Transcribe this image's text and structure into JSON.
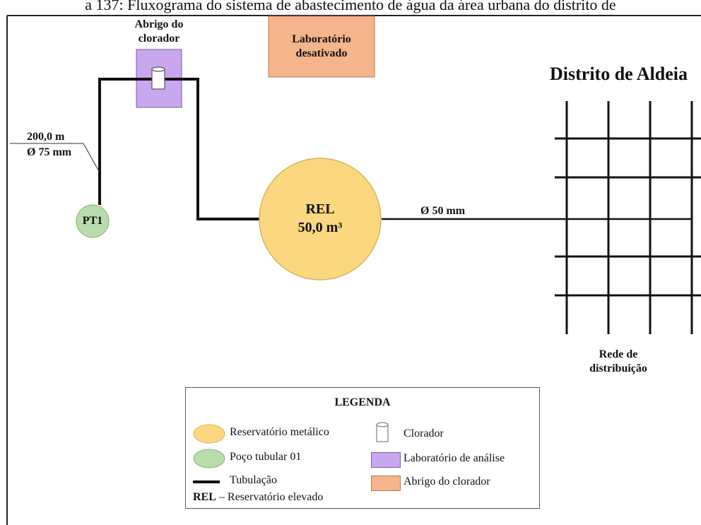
{
  "caption": "a 137: Fluxograma do sistema de abastecimento de água da área urbana do distrito de",
  "labels": {
    "abrigo_line1": "Abrigo do",
    "abrigo_line2": "clorador",
    "lab_line1": "Laboratório",
    "lab_line2": "desativado",
    "distrito": "Distrito de Aldeia",
    "pipe_length": "200,0 m",
    "pipe_diameter_1": "Ø 75 mm",
    "pipe_diameter_2": "Ø 50 mm",
    "well": "PT1",
    "reservoir_line1": "REL",
    "reservoir_line2": "50,0 m³",
    "rede_line1": "Rede de",
    "rede_line2": "distribuição"
  },
  "legend": {
    "title": "LEGENDA",
    "items": [
      "Reservatório metálico",
      "Poço tubular 01",
      "Tubulação",
      "Clorador",
      "Laboratório de análise",
      "Abrigo do clorador"
    ],
    "rel_abbr": "REL",
    "rel_desc": "– Reservatório elevado"
  },
  "colors": {
    "reservoir": "#fbd87f",
    "well": "#b8dcaa",
    "lab_purple": "#c9a7ee",
    "abrigo_orange": "#f4b48c",
    "pipe": "#111111"
  }
}
